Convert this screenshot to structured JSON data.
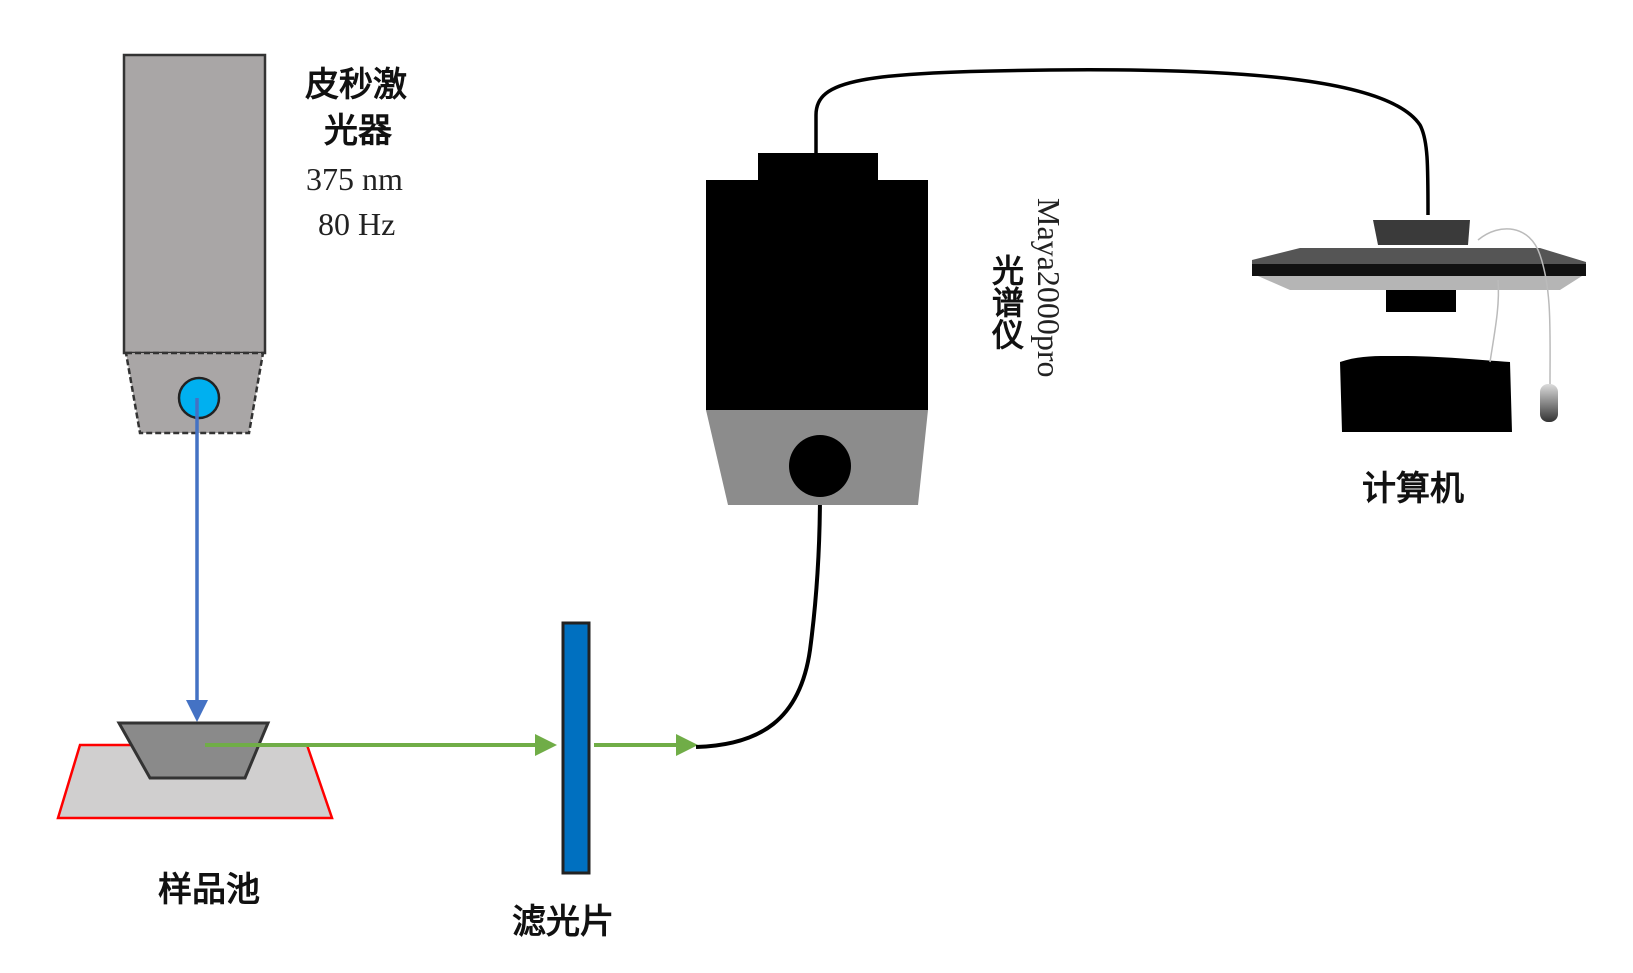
{
  "laser": {
    "name_line1": "皮秒激",
    "name_line2": "光器",
    "wavelength": "375 nm",
    "frequency": "80 Hz"
  },
  "sample_cell": {
    "label": "样品池"
  },
  "filter": {
    "label": "滤光片"
  },
  "spectrometer": {
    "label": "光谱仪",
    "model": "Maya2000pro"
  },
  "computer": {
    "label": "计算机"
  },
  "colors": {
    "laser_body": "#a9a6a6",
    "laser_output": "#00b0f0",
    "excitation_beam": "#4472c4",
    "emission_beam": "#70ad47",
    "filter": "#0070c0",
    "sample_stage_border": "#ff0000",
    "sample_stage_fill": "#d0cfcf",
    "cuvette": "#8a8a8a",
    "spectrometer_body": "#000000",
    "spectrometer_base": "#8c8c8c"
  }
}
